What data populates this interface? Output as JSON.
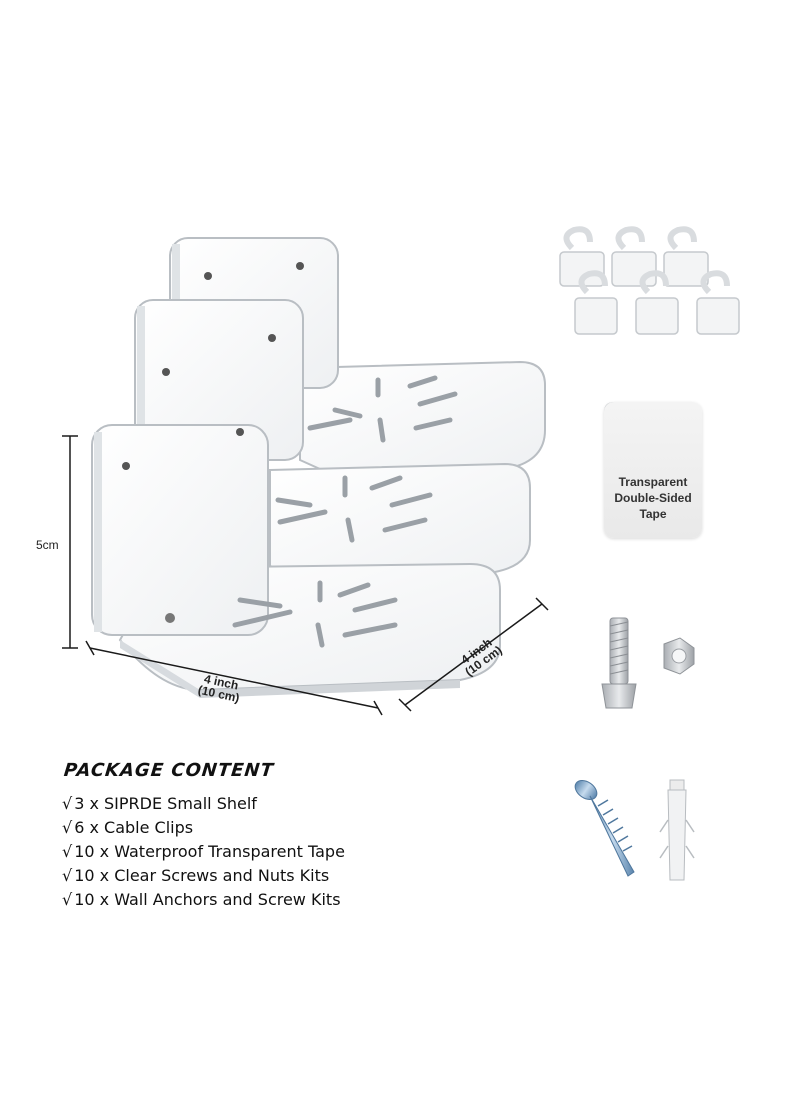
{
  "dimensions": {
    "height": "5cm",
    "width_front": {
      "line1": "4 inch",
      "line2": "(10 cm)"
    },
    "depth_side": {
      "line1": "4 inch",
      "line2": "(10 cm)"
    }
  },
  "tape_card": {
    "line1": "Transparent",
    "line2": "Double-Sided",
    "line3": "Tape"
  },
  "package": {
    "title": "PACKAGE CONTENT",
    "items": [
      {
        "check": "√",
        "text": "3 x SIPRDE Small Shelf"
      },
      {
        "check": "√",
        "text": "6 x Cable Clips"
      },
      {
        "check": "√",
        "text": "10 x Waterproof Transparent Tape"
      },
      {
        "check": "√",
        "text": "10 x Clear Screws and Nuts Kits"
      },
      {
        "check": "√",
        "text": "10 x Wall Anchors and Screw Kits"
      }
    ]
  },
  "colors": {
    "acrylic_edge": "#b9bec3",
    "acrylic_fill": "#f7f8f9",
    "line": "#1a1a1a",
    "metal": "#c9ccd0",
    "blue_screw": "#7fa6c8"
  }
}
